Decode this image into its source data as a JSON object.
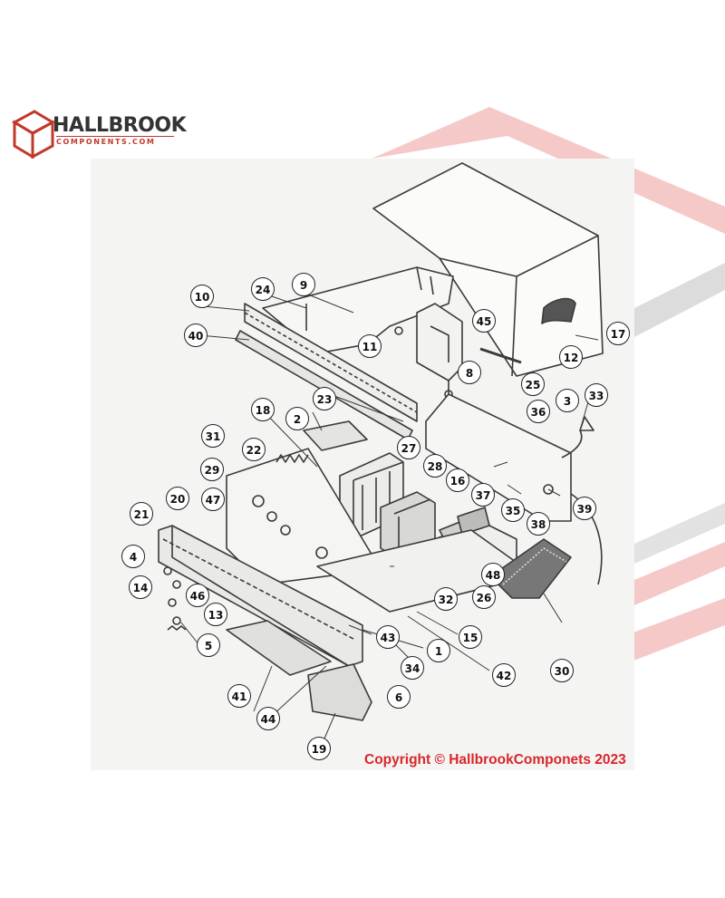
{
  "brand": {
    "name": "HALLBROOK",
    "sub": "COMPONENTS.COM",
    "icon": "cube-logo-icon"
  },
  "copyright": "Copyright  ©  HallbrookComponets 2023",
  "colors": {
    "accent_red": "#d9262b",
    "stripe_pink": "#f6c9c9",
    "stripe_gray": "#d9d9d9",
    "drawing_line": "#3a3a3a",
    "drawing_bg": "#f4f4f2"
  },
  "part_numbers": [
    "1",
    "2",
    "3",
    "4",
    "5",
    "6",
    "8",
    "9",
    "10",
    "11",
    "12",
    "13",
    "14",
    "15",
    "16",
    "17",
    "18",
    "19",
    "20",
    "21",
    "22",
    "23",
    "24",
    "25",
    "26",
    "27",
    "28",
    "29",
    "30",
    "31",
    "32",
    "33",
    "34",
    "35",
    "36",
    "37",
    "38",
    "39",
    "40",
    "41",
    "42",
    "43",
    "44",
    "45",
    "46",
    "47",
    "48"
  ]
}
